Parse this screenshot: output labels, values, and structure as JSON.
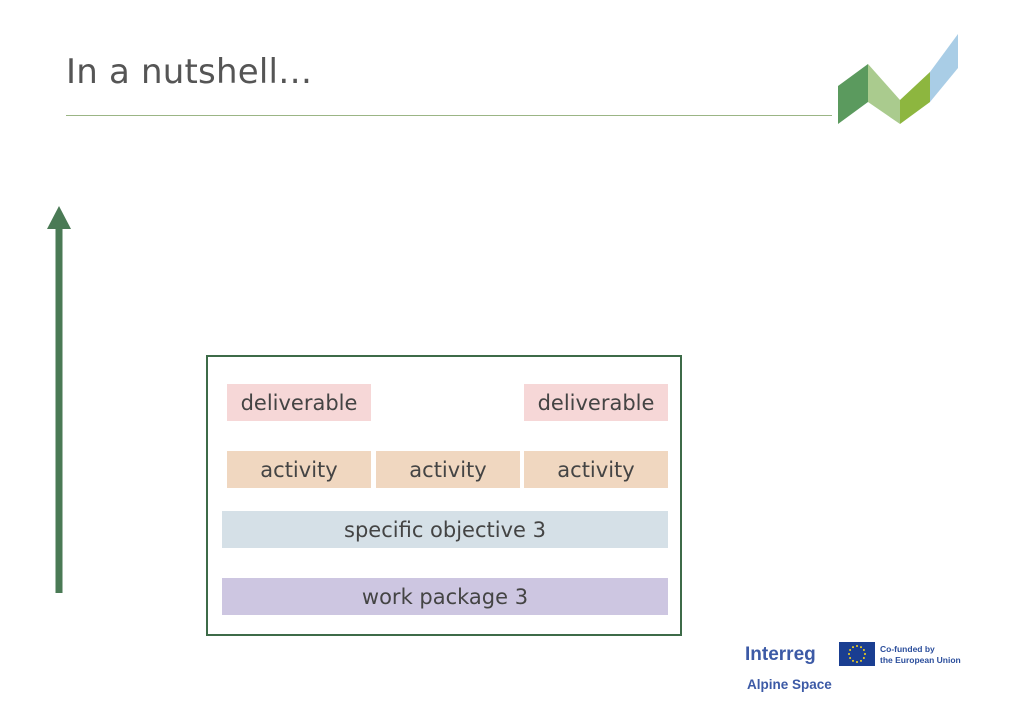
{
  "slide": {
    "title": "In a nutshell…"
  },
  "diagram": {
    "deliverables": [
      "deliverable",
      "deliverable"
    ],
    "activities": [
      "activity",
      "activity",
      "activity"
    ],
    "objective": "specific objective 3",
    "work_package": "work package 3"
  },
  "footer": {
    "interreg": "Interreg",
    "cofunded_line1": "Co-funded by",
    "cofunded_line2": "the European Union",
    "alpine_space": "Alpine Space"
  },
  "colors": {
    "arrow": "#4a7a55",
    "frame": "#3d6b48",
    "deliverable_fill": "#f6d7d7",
    "activity_fill": "#f0d7c0",
    "objective_fill": "#d5e0e7",
    "work_package_fill": "#cdc6e1",
    "logo_blue": "#3c5aa6"
  }
}
